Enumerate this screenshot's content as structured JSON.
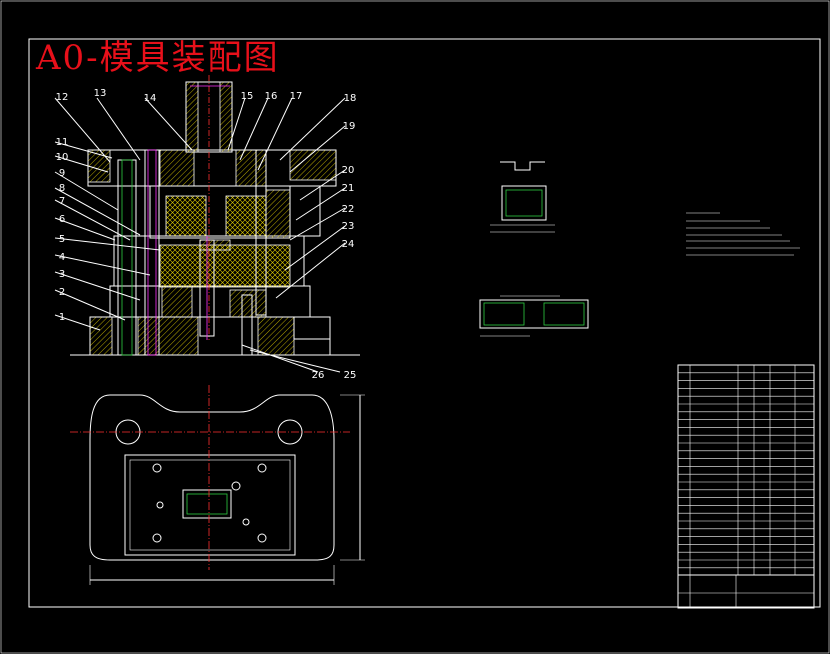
{
  "title": "A0-模具装配图",
  "part_numbers": [
    "1",
    "2",
    "3",
    "4",
    "5",
    "6",
    "7",
    "8",
    "9",
    "10",
    "11",
    "12",
    "13",
    "14",
    "15",
    "16",
    "17",
    "18",
    "19",
    "20",
    "21",
    "22",
    "23",
    "24",
    "25",
    "26"
  ],
  "colors": {
    "background": "#000000",
    "line": "#ffffff",
    "title": "#e8101a",
    "hatch": "#e6d200",
    "accent": "#2ecc40"
  }
}
